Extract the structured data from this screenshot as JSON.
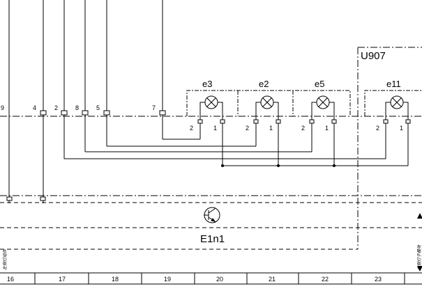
{
  "module": {
    "label": "U907"
  },
  "component": {
    "label": "E1n1"
  },
  "connector_pins": [
    "9",
    "4",
    "2",
    "8",
    "5",
    "7"
  ],
  "lamps": [
    {
      "label": "e3",
      "pin_left": "2",
      "pin_right": "1"
    },
    {
      "label": "e2",
      "pin_left": "2",
      "pin_right": "1"
    },
    {
      "label": "e5",
      "pin_left": "2",
      "pin_right": "1"
    },
    {
      "label": "e11",
      "pin_left": "2",
      "pin_right": "1"
    }
  ],
  "grid_columns": [
    "16",
    "17",
    "18",
    "19",
    "20",
    "21",
    "22",
    "23"
  ],
  "side_notes": {
    "left": "左侧灯组件",
    "right": "右侧灯子模块"
  }
}
